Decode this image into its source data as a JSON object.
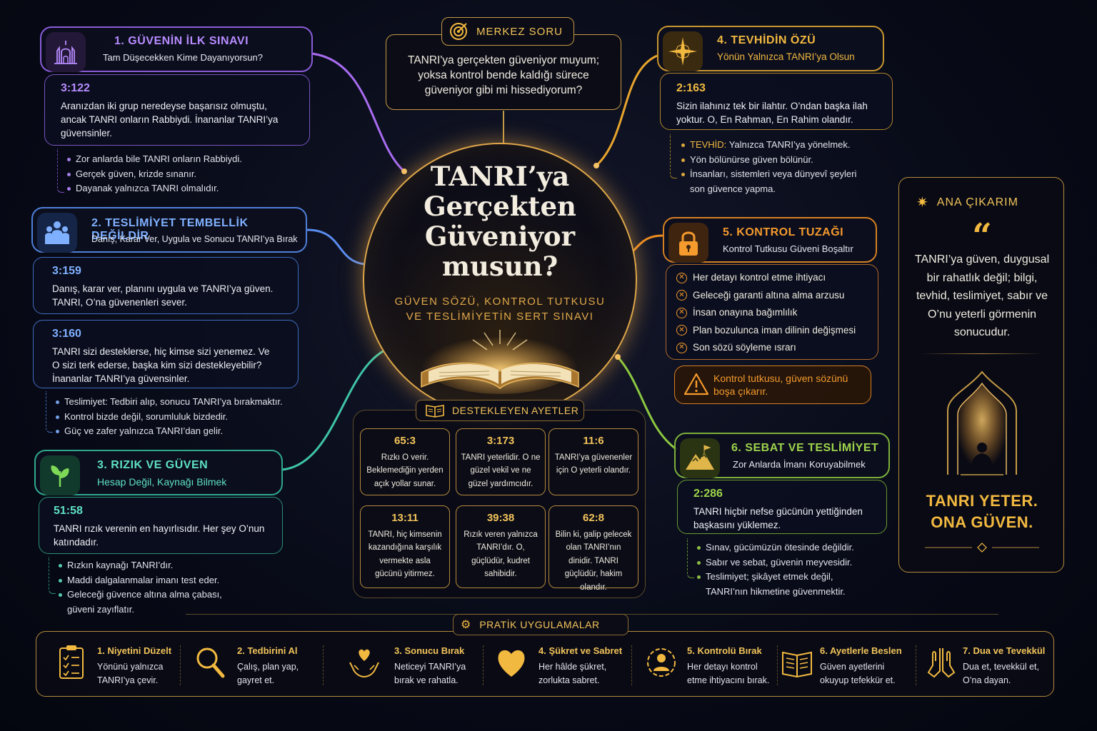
{
  "center": {
    "title_lines": [
      "TANRI’ya",
      "Gerçekten",
      "Güveniyor",
      "musun?"
    ],
    "subtitle_lines": [
      "GÜVEN SÖZÜ, KONTROL TUTKUSU",
      "VE TESLİMİYETİN SERT SINAVI"
    ],
    "question_label": "MERKEZ SORU",
    "question_lines": [
      "TANRI'ya gerçekten güveniyor muyum;",
      "yoksa kontrol bende kaldığı sürece",
      "güveniyor gibi mi hissediyorum?"
    ]
  },
  "sections": {
    "s1": {
      "title": "1. GÜVENİN İLK SINAVI",
      "subtitle": "Tam Düşecekken Kime Dayanıyorsun?",
      "ref": "3:122",
      "text": "Aranızdan iki grup neredeyse başarısız olmuştu, ancak TANRI onların Rabbiydi. İnananlar TANRI’ya güvensinler.",
      "bullets": [
        "Zor anlarda bile TANRI onların Rabbiydi.",
        "Gerçek güven, krizde sınanır.",
        "Dayanak yalnızca TANRI olmalıdır."
      ],
      "color": "#b78cff",
      "icon": "mosque-icon"
    },
    "s2": {
      "title": "2. TESLİMİYET TEMBELLİK DEĞİLDİR",
      "subtitle": "Danış, Karar Ver, Uygula ve Sonucu TANRI’ya Bırak",
      "ref1": "3:159",
      "text1": "Danış, karar ver, planını uygula ve TANRI’ya güven. TANRI, O’na güvenenleri sever.",
      "ref2": "3:160",
      "text2": "TANRI sizi desteklerse, hiç kimse sizi yenemez. Ve O sizi terk ederse, başka kim sizi destekleyebilir? İnananlar TANRI’ya güvensinler.",
      "bullets": [
        "Teslimiyet: Tedbiri alıp, sonucu TANRI’ya bırakmaktır.",
        "Kontrol bizde değil, sorumluluk bizdedir.",
        "Güç ve zafer yalnızca TANRI’dan gelir."
      ],
      "color": "#7fb0ff",
      "icon": "people-icon"
    },
    "s3": {
      "title": "3. RIZIK VE GÜVEN",
      "subtitle": "Hesap Değil, Kaynağı Bilmek",
      "ref": "51:58",
      "text": "TANRI rızık verenin en hayırlısıdır. Her şey O’nun katındadır.",
      "bullets": [
        "Rızkın kaynağı TANRI’dır.",
        "Maddi dalgalanmalar imanı test eder.",
        "Geleceği güvence altına alma çabası, güveni zayıflatır."
      ],
      "color": "#5ee0c4",
      "icon": "sprout-icon"
    },
    "s4": {
      "title": "4. TEVHİDİN ÖZÜ",
      "subtitle": "Yönün Yalnızca TANRI’ya Olsun",
      "ref": "2:163",
      "text": "Sizin ilahınız tek bir ilahtır. O’ndan başka ilah yoktur. O, En Rahman, En Rahim olandır.",
      "bullet_key": "TEVHİD:",
      "bullets": [
        "Yalnızca TANRI’ya yönelmek.",
        "Yön bölünürse güven bölünür.",
        "İnsanları, sistemleri veya dünyevî şeyleri son güvence yapma."
      ],
      "color": "#f2b940",
      "icon": "compass-star-icon"
    },
    "s5": {
      "title": "5. KONTROL TUZAĞI",
      "subtitle": "Kontrol Tutkusu Güveni Boşaltır",
      "items": [
        "Her detayı kontrol etme ihtiyacı",
        "Geleceği garanti altına alma arzusu",
        "İnsan onayına bağımlılık",
        "Plan bozulunca iman dilinin değişmesi",
        "Son sözü söyleme ısrarı"
      ],
      "warning": "Kontrol tutkusu, güven sözünü boşa çıkarır.",
      "color": "#f59a2d",
      "icon": "padlock-icon"
    },
    "s6": {
      "title": "6. SEBAT VE TESLİMİYET",
      "subtitle": "Zor Anlarda İmanı Koruyabilmek",
      "ref": "2:286",
      "text": "TANRI hiçbir nefse gücünün yettiğinden başkasını yüklemez.",
      "bullets": [
        "Sınav, gücümüzün ötesinde değildir.",
        "Sabır ve sebat, güvenin meyvesidir.",
        "Teslimiyet; şikâyet etmek değil, TANRI’nın hikmetine güvenmektir."
      ],
      "color": "#9dd34a",
      "icon": "mountain-flag-icon"
    }
  },
  "verses": {
    "label": "DESTEKLEYEN AYETLER",
    "cards": [
      {
        "ref": "65:3",
        "text": "Rızkı O verir. Beklemediğin yerden açık yollar sunar."
      },
      {
        "ref": "3:173",
        "text": "TANRI yeterlidir. O ne güzel vekil ve ne güzel yardımcıdır."
      },
      {
        "ref": "11:6",
        "text": "TANRI’ya güvenenler için O yeterli olandır."
      },
      {
        "ref": "13:11",
        "text": "TANRI, hiç kimsenin kazandığına karşılık vermekte asla gücünü yitirmez."
      },
      {
        "ref": "39:38",
        "text": "Rızık veren yalnızca TANRI’dır. O, güçlüdür, kudret sahibidir."
      },
      {
        "ref": "62:8",
        "text": "Bilin ki, galip gelecek olan TANRI’nın dinidir. TANRI güçlüdür, hakim olandır."
      }
    ]
  },
  "takeaway": {
    "label": "ANA ÇIKARIM",
    "quote_mark": "“",
    "text": "TANRI’ya güven, duygusal bir rahatlık değil; bilgi, tevhid, teslimiyet, sabır ve O’nu yeterli görmenin sonucudur.",
    "slogan_lines": [
      "TANRI YETER.",
      "ONA GÜVEN."
    ]
  },
  "practical": {
    "label": "PRATİK UYGULAMALAR",
    "items": [
      {
        "title": "1. Niyetini Düzelt",
        "text": "Yönünü yalnızca TANRI’ya çevir.",
        "icon": "checklist-icon"
      },
      {
        "title": "2. Tedbirini Al",
        "text": "Çalış, plan yap, gayret et.",
        "icon": "magnifier-icon"
      },
      {
        "title": "3. Sonucu Bırak",
        "text": "Neticeyi TANRI’ya bırak ve rahatla.",
        "icon": "hands-heart-icon"
      },
      {
        "title": "4. Şükret ve Sabret",
        "text": "Her hâlde şükret, zorlukta sabret.",
        "icon": "heart-icon"
      },
      {
        "title": "5. Kontrolü Bırak",
        "text": "Her detayı kontrol etme ihtiyacını bırak.",
        "icon": "person-circle-icon"
      },
      {
        "title": "6. Ayetlerle Beslen",
        "text": "Güven ayetlerini okuyup tefekkür et.",
        "icon": "open-book-icon"
      },
      {
        "title": "7. Dua ve Tevekkül",
        "text": "Dua et, tevekkül et, O’na dayan.",
        "icon": "praying-hands-icon"
      }
    ]
  }
}
